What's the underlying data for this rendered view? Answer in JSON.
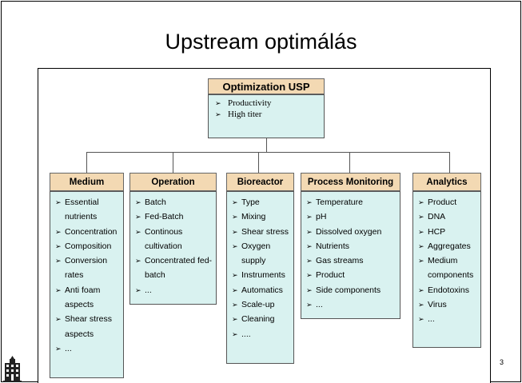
{
  "slide": {
    "title": "Upstream optimálás",
    "page_number": "3"
  },
  "top": {
    "title": "Optimization  USP",
    "items": [
      "Productivity",
      "High titer"
    ]
  },
  "columns": [
    {
      "title": "Medium",
      "items": [
        "Essential nutrients",
        "Concentration",
        "Composition",
        "Conversion rates",
        "Anti foam aspects",
        "Shear stress aspects",
        "..."
      ]
    },
    {
      "title": "Operation",
      "items": [
        "Batch",
        "Fed-Batch",
        "Continous cultivation",
        "Concentrated fed-batch",
        "..."
      ]
    },
    {
      "title": "Bioreactor",
      "items": [
        "Type",
        "Mixing",
        "Shear stress",
        "Oxygen supply",
        "Instruments",
        "Automatics",
        "Scale-up",
        "Cleaning",
        "...."
      ]
    },
    {
      "title": "Process Monitoring",
      "items": [
        "Temperature",
        "pH",
        "Dissolved oxygen",
        "Nutrients",
        "Gas streams",
        "Product",
        "Side components",
        "..."
      ]
    },
    {
      "title": "Analytics",
      "items": [
        "Product",
        "DNA",
        "HCP",
        "Aggregates",
        "Medium components",
        "Endotoxins",
        "Virus",
        "..."
      ]
    }
  ],
  "bullet_glyph": "➢",
  "colors": {
    "header_fill": "#f3d9b3",
    "body_fill": "#d9f2f0"
  },
  "icons": {
    "logo": "building-logo-icon"
  }
}
